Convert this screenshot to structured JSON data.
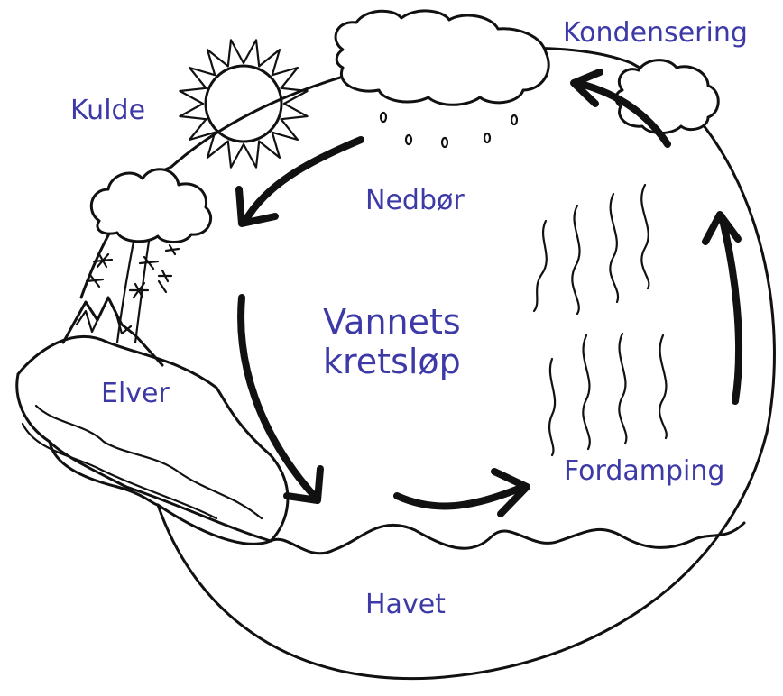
{
  "diagram": {
    "title_lines": [
      "Vannets",
      "kretsløp"
    ],
    "labels": {
      "kondensering": "Kondensering",
      "kulde": "Kulde",
      "nedbor": "Nedbør",
      "elver": "Elver",
      "fordamping": "Fordamping",
      "havet": "Havet"
    },
    "label_color": "#3d3aa8",
    "line_color": "#111111",
    "icons": [
      "sun-icon",
      "cloud-icon",
      "snowflake-icon",
      "mountain-icon",
      "wave-icon",
      "arrow-icon"
    ]
  }
}
